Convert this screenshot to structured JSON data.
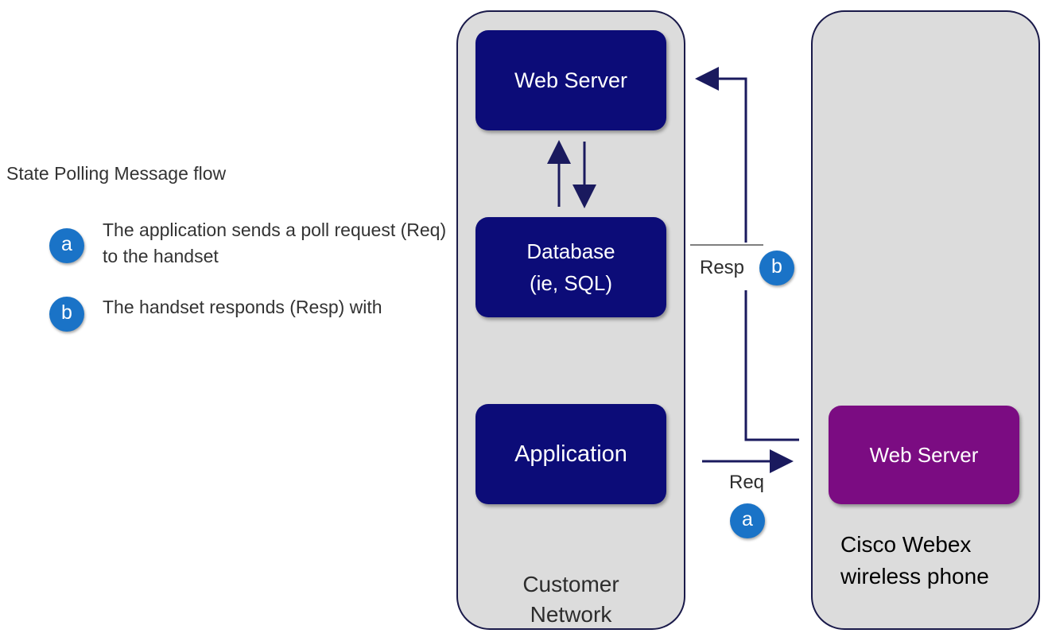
{
  "legend": {
    "title": "State Polling Message flow",
    "items": [
      {
        "badge": "a",
        "text": "The application sends a poll request (Req) to the handset"
      },
      {
        "badge": "b",
        "text": "The handset responds (Resp) with"
      }
    ]
  },
  "customer_network": {
    "label": "Customer Network",
    "web_server": "Web Server",
    "database_line1": "Database",
    "database_line2": "(ie, SQL)",
    "application": "Application"
  },
  "phone": {
    "web_server": "Web Server",
    "label": "Cisco Webex\nwireless phone"
  },
  "connections": {
    "resp_label": "Resp",
    "resp_badge": "b",
    "req_label": "Req",
    "req_badge": "a"
  },
  "colors": {
    "server_box": "#0c0c78",
    "phone_server_box": "#7b0c82",
    "panel": "#dcdcdc",
    "badge": "#1a73c7",
    "arrow": "#1a1a5e"
  }
}
